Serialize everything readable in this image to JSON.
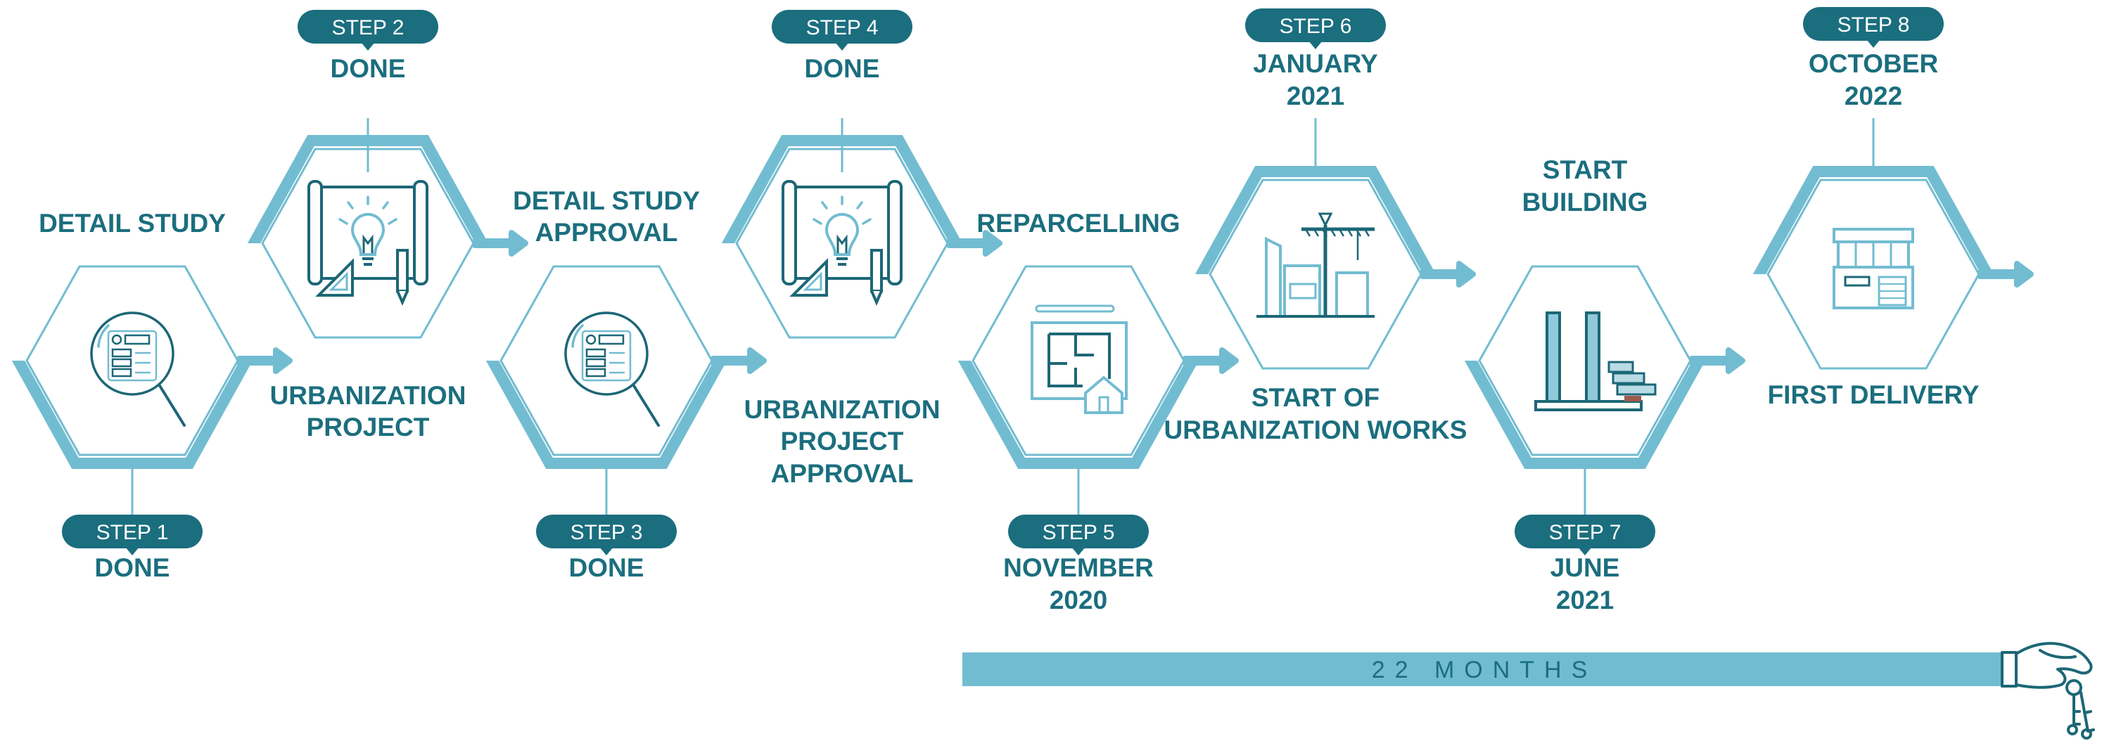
{
  "colors": {
    "accent": "#72bcd1",
    "dark": "#1b6e7e",
    "icon_dark": "#1c6776",
    "icon_light": "#72bcd1"
  },
  "steps": [
    {
      "pill": "STEP 1",
      "status": [
        "DONE"
      ],
      "title": [
        "DETAIL STUDY"
      ],
      "icon": "magnifier-document-icon"
    },
    {
      "pill": "STEP 2",
      "status": [
        "DONE"
      ],
      "title": [
        "URBANIZATION",
        "PROJECT"
      ],
      "icon": "blueprint-lightbulb-icon"
    },
    {
      "pill": "STEP 3",
      "status": [
        "DONE"
      ],
      "title": [
        "DETAIL STUDY",
        "APPROVAL"
      ],
      "icon": "magnifier-document-icon"
    },
    {
      "pill": "STEP 4",
      "status": [
        "DONE"
      ],
      "title": [
        "URBANIZATION",
        "PROJECT",
        "APPROVAL"
      ],
      "icon": "blueprint-lightbulb-icon"
    },
    {
      "pill": "STEP 5",
      "status": [
        "NOVEMBER",
        "2020"
      ],
      "title": [
        "REPARCELLING"
      ],
      "icon": "floor-plan-house-icon"
    },
    {
      "pill": "STEP 6",
      "status": [
        "JANUARY",
        "2021"
      ],
      "title": [
        "START OF",
        "URBANIZATION WORKS"
      ],
      "icon": "construction-crane-icon"
    },
    {
      "pill": "STEP 7",
      "status": [
        "JUNE",
        "2021"
      ],
      "title": [
        "START",
        "BUILDING"
      ],
      "icon": "building-columns-icon"
    },
    {
      "pill": "STEP 8",
      "status": [
        "OCTOBER",
        "2022"
      ],
      "title": [
        "FIRST DELIVERY"
      ],
      "icon": "modern-house-icon"
    }
  ],
  "duration_bar": {
    "label": "22 MONTHS",
    "icon": "hand-with-keys-icon"
  }
}
